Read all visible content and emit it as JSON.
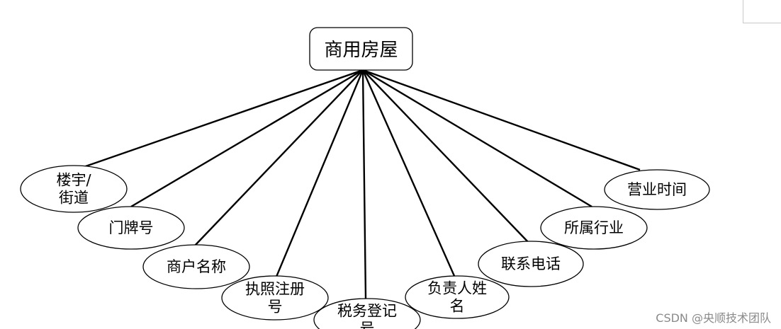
{
  "root": {
    "label": "商用房屋"
  },
  "attributes": [
    {
      "id": "building-street",
      "lines": [
        "楼宇/",
        "街道"
      ]
    },
    {
      "id": "door-number",
      "lines": [
        "门牌号"
      ]
    },
    {
      "id": "merchant-name",
      "lines": [
        "商户名称"
      ]
    },
    {
      "id": "license-number",
      "lines": [
        "执照注册",
        "号"
      ]
    },
    {
      "id": "tax-registration",
      "lines": [
        "税务登记",
        "号"
      ]
    },
    {
      "id": "person-in-charge",
      "lines": [
        "负责人姓",
        "名"
      ]
    },
    {
      "id": "phone",
      "lines": [
        "联系电话"
      ]
    },
    {
      "id": "industry",
      "lines": [
        "所属行业"
      ]
    },
    {
      "id": "business-hours",
      "lines": [
        "营业时间"
      ]
    }
  ],
  "watermark": "CSDN @央顺技术团队"
}
